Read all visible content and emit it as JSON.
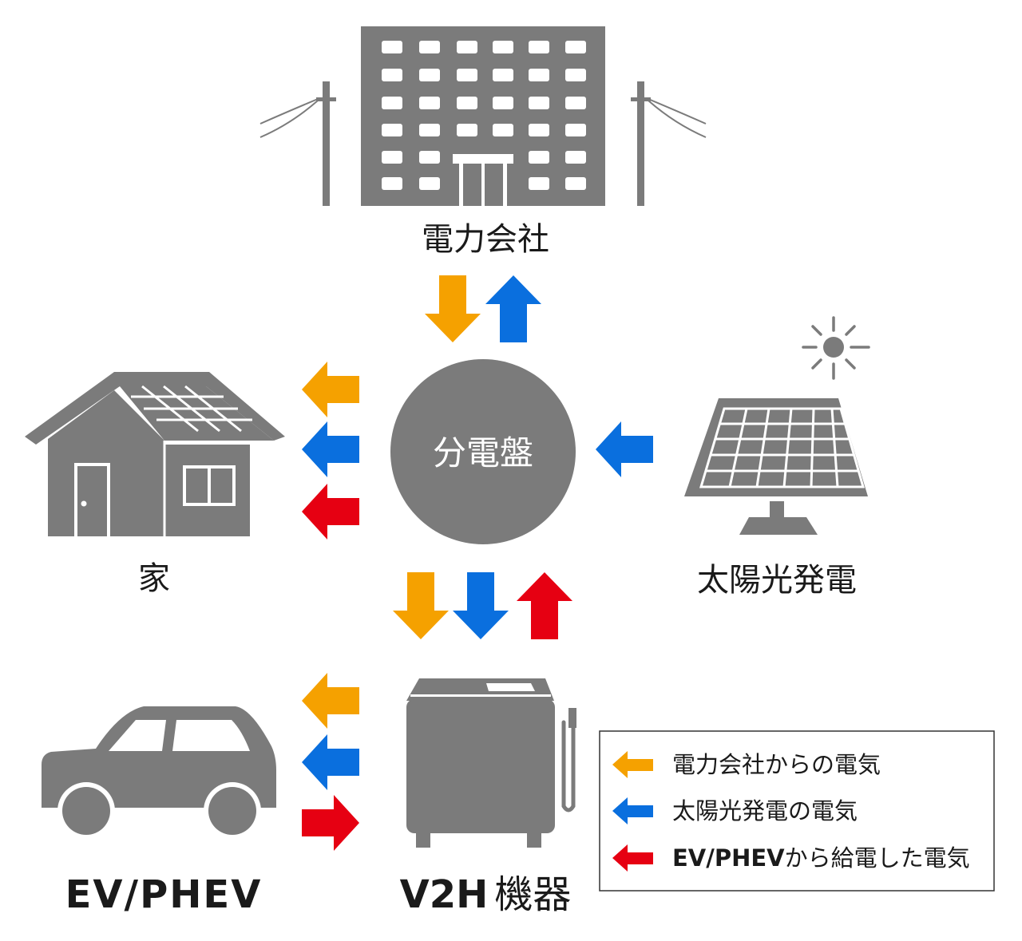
{
  "nodes": {
    "power_company": "電力会社",
    "distribution_board": "分電盤",
    "house": "家",
    "solar": "太陽光発電",
    "ev": "EV/PHEV",
    "v2h_prefix": "V2H",
    "v2h_suffix": "機器"
  },
  "legend": [
    {
      "label": "電力会社からの電気",
      "color": "#f5a100"
    },
    {
      "label": "太陽光発電の電気",
      "color": "#0a6fde"
    },
    {
      "label_bold": "EV/PHEV",
      "label_rest": "から給電した電気",
      "color": "#e60012"
    }
  ],
  "colors": {
    "icon_gray": "#7b7b7b",
    "grid_power": "#f5a100",
    "solar_power": "#0a6fde",
    "ev_power": "#e60012"
  }
}
